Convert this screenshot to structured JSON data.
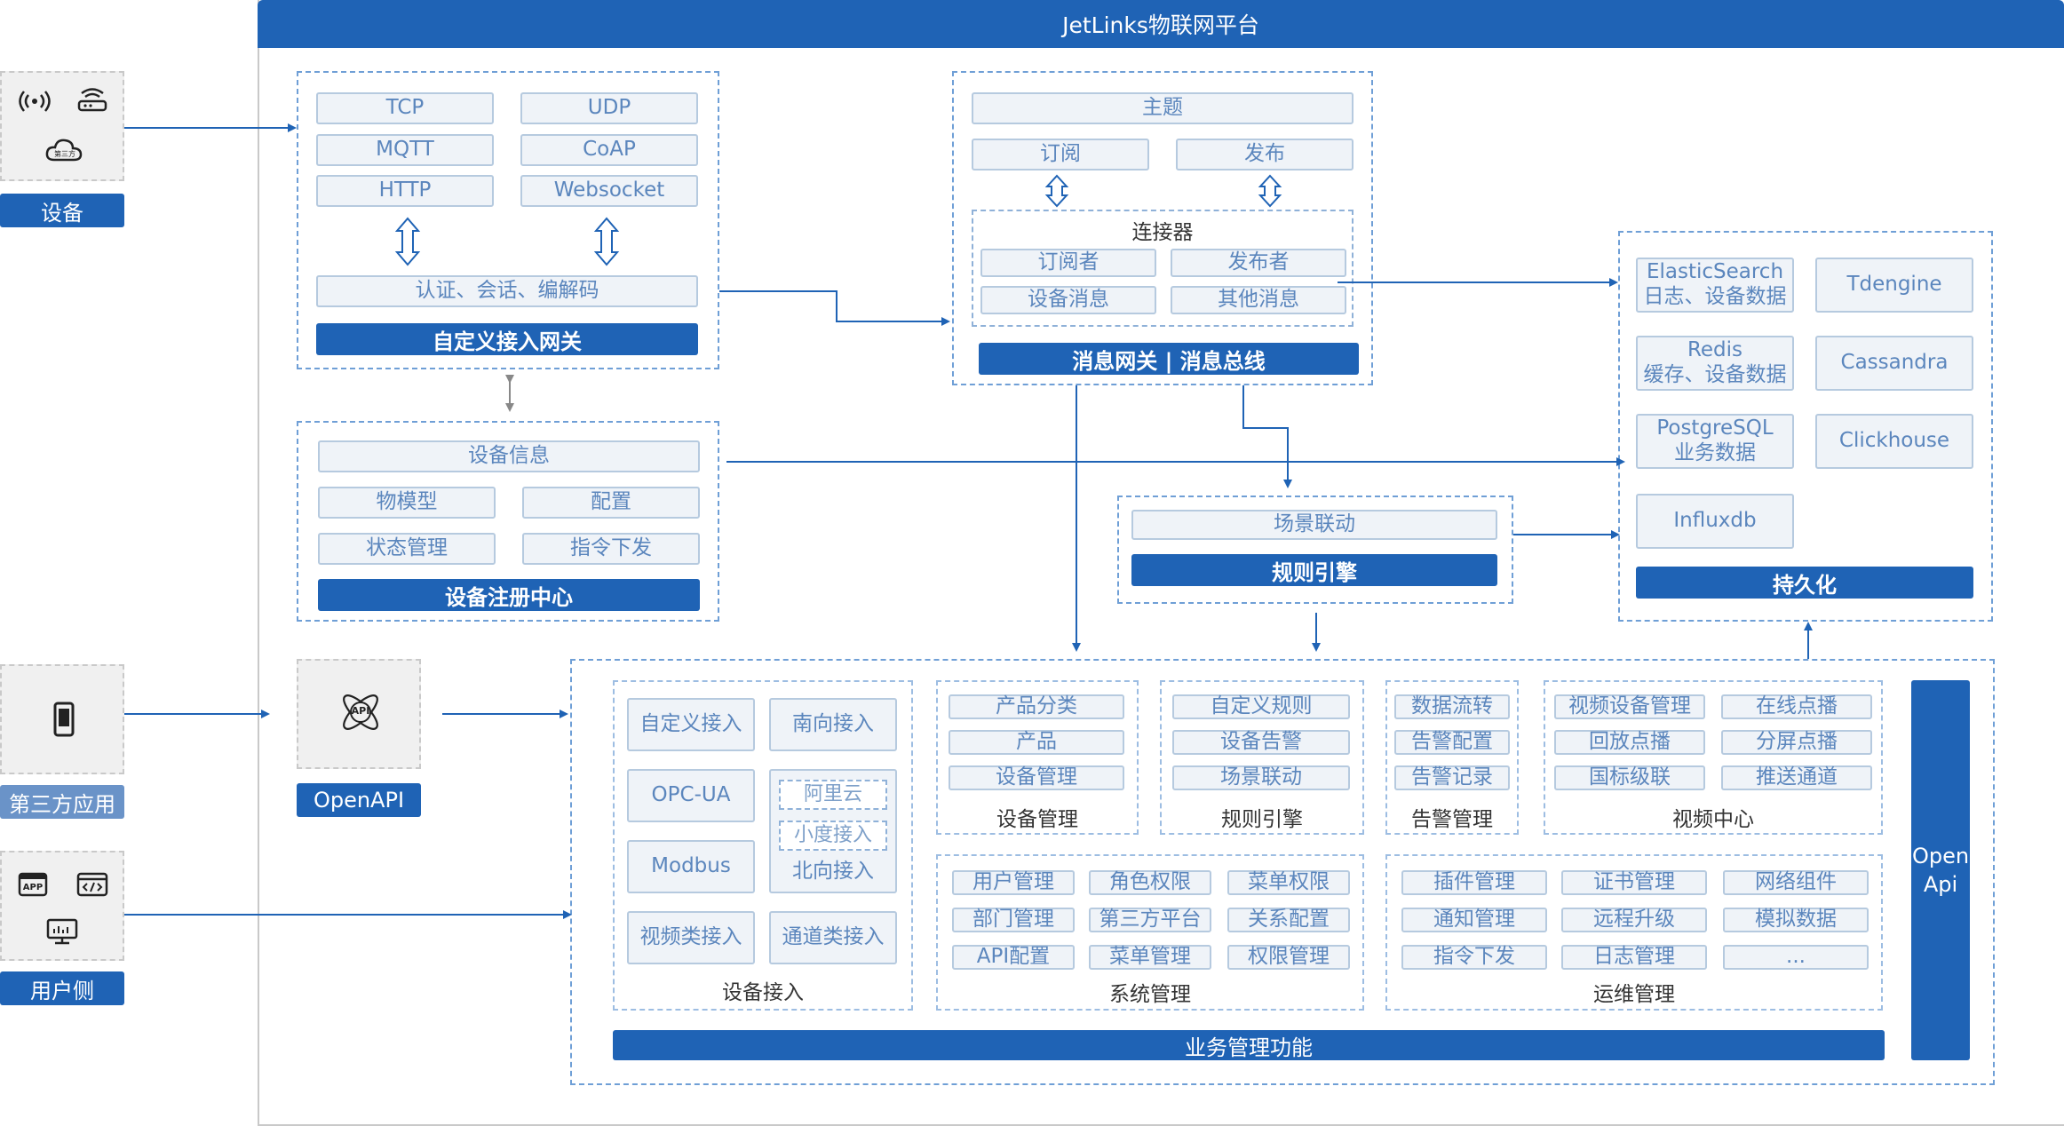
{
  "platform": {
    "title": "JetLinks物联网平台"
  },
  "left": {
    "device_label": "设备",
    "third_party_label": "第三方应用",
    "user_side_label": "用户侧",
    "cloud_icon_text": "第三方",
    "app_icon_text": "APP"
  },
  "gateway": {
    "protocols": [
      "TCP",
      "UDP",
      "MQTT",
      "CoAP",
      "HTTP",
      "Websocket"
    ],
    "codec": "认证、会话、编解码",
    "title": "自定义接入网关"
  },
  "registry": {
    "info": "设备信息",
    "items": [
      "物模型",
      "配置",
      "状态管理",
      "指令下发"
    ],
    "title": "设备注册中心"
  },
  "openapi": {
    "icon_text": "API",
    "label": "OpenAPI"
  },
  "bus": {
    "topic": "主题",
    "subscribe": "订阅",
    "publish": "发布",
    "connector": "连接器",
    "connector_items": [
      "订阅者",
      "发布者",
      "设备消息",
      "其他消息"
    ],
    "title": "消息网关 | 消息总线"
  },
  "rule": {
    "scene": "场景联动",
    "title": "规则引擎"
  },
  "persist": {
    "items": [
      {
        "name": "ElasticSearch",
        "desc": "日志、设备数据"
      },
      {
        "name": "Tdengine",
        "desc": ""
      },
      {
        "name": "Redis",
        "desc": "缓存、设备数据"
      },
      {
        "name": "Cassandra",
        "desc": ""
      },
      {
        "name": "PostgreSQL",
        "desc": "业务数据"
      },
      {
        "name": "Clickhouse",
        "desc": ""
      },
      {
        "name": "Influxdb",
        "desc": ""
      }
    ],
    "title": "持久化"
  },
  "business": {
    "title": "业务管理功能",
    "open_api": [
      "Open",
      "Api"
    ],
    "device_access": {
      "caption": "设备接入",
      "items": [
        "自定义接入",
        "南向接入",
        "OPC-UA",
        "Modbus",
        "视频类接入",
        "通道类接入"
      ],
      "north": {
        "aliyun": "阿里云",
        "xiaodu": "小度接入",
        "label": "北向接入"
      }
    },
    "device_mgmt": {
      "caption": "设备管理",
      "items": [
        "产品分类",
        "产品",
        "设备管理"
      ]
    },
    "rule_engine": {
      "caption": "规则引擎",
      "items": [
        "自定义规则",
        "设备告警",
        "场景联动"
      ]
    },
    "alarm_mgmt": {
      "caption": "告警管理",
      "items": [
        "数据流转",
        "告警配置",
        "告警记录"
      ]
    },
    "video_center": {
      "caption": "视频中心",
      "items": [
        "视频设备管理",
        "在线点播",
        "回放点播",
        "分屏点播",
        "国标级联",
        "推送通道"
      ]
    },
    "system_mgmt": {
      "caption": "系统管理",
      "items": [
        "用户管理",
        "角色权限",
        "菜单权限",
        "部门管理",
        "第三方平台",
        "关系配置",
        "API配置",
        "菜单管理",
        "权限管理"
      ]
    },
    "ops_mgmt": {
      "caption": "运维管理",
      "items": [
        "插件管理",
        "证书管理",
        "网络组件",
        "通知管理",
        "远程升级",
        "模拟数据",
        "指令下发",
        "日志管理",
        "..."
      ]
    }
  },
  "colors": {
    "primary": "#1f63b5",
    "light_box": "#eff3f8",
    "dashed": "#6f9fd6",
    "text_light": "#5b86bd"
  }
}
